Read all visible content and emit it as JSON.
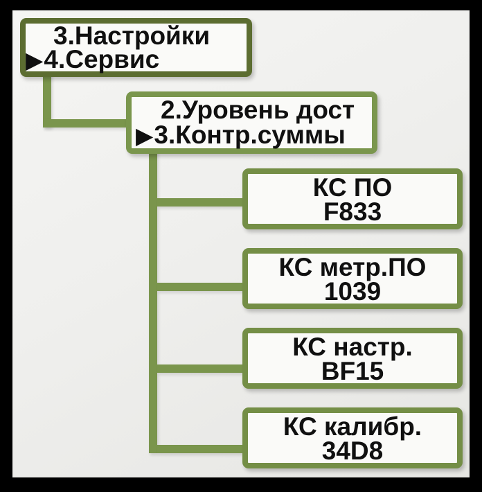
{
  "menu": {
    "cursor_glyph": "▶",
    "level1": {
      "line1": "3.Настройки",
      "line2": "4.Сервис"
    },
    "level2": {
      "line1": "2.Уровень дост",
      "line2": "3.Контр.суммы"
    },
    "checksums": [
      {
        "label": "КС ПО",
        "value": "F833"
      },
      {
        "label": "КС метр.ПО",
        "value": "1039"
      },
      {
        "label": "КС настр.",
        "value": "BF15"
      },
      {
        "label": "КС калибр.",
        "value": "34D8"
      }
    ]
  },
  "colors": {
    "frame": "#000000",
    "background": "#efefed",
    "box_fill": "#fafaf8",
    "root_box_border": "#5c6d31",
    "child_box_border": "#7a964d",
    "leaf_box_border": "#748e46",
    "connector": "#7a954c",
    "text": "#101010"
  }
}
